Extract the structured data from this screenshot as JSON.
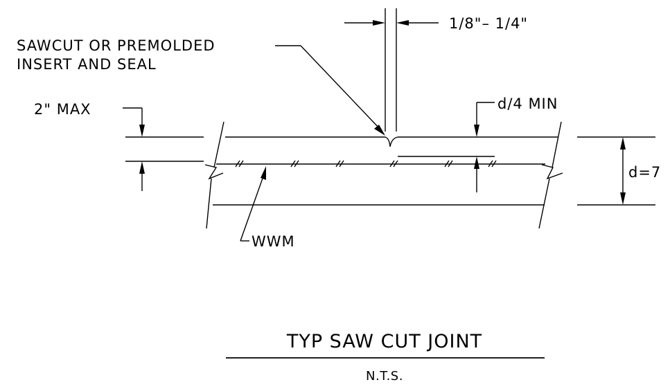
{
  "labels": {
    "joint_width": "1/8\"– 1/4\"",
    "sawcut_line1": "SAWCUT OR PREMOLDED",
    "sawcut_line2": "INSERT AND SEAL",
    "two_inch_max": "2\" MAX",
    "d4_min": "d/4 MIN",
    "d_eq": "d=7",
    "wwm": "WWM"
  },
  "title": {
    "main": "TYP SAW CUT JOINT",
    "scale": "N.T.S."
  },
  "colors": {
    "ink": "#000000",
    "background": "#ffffff"
  }
}
